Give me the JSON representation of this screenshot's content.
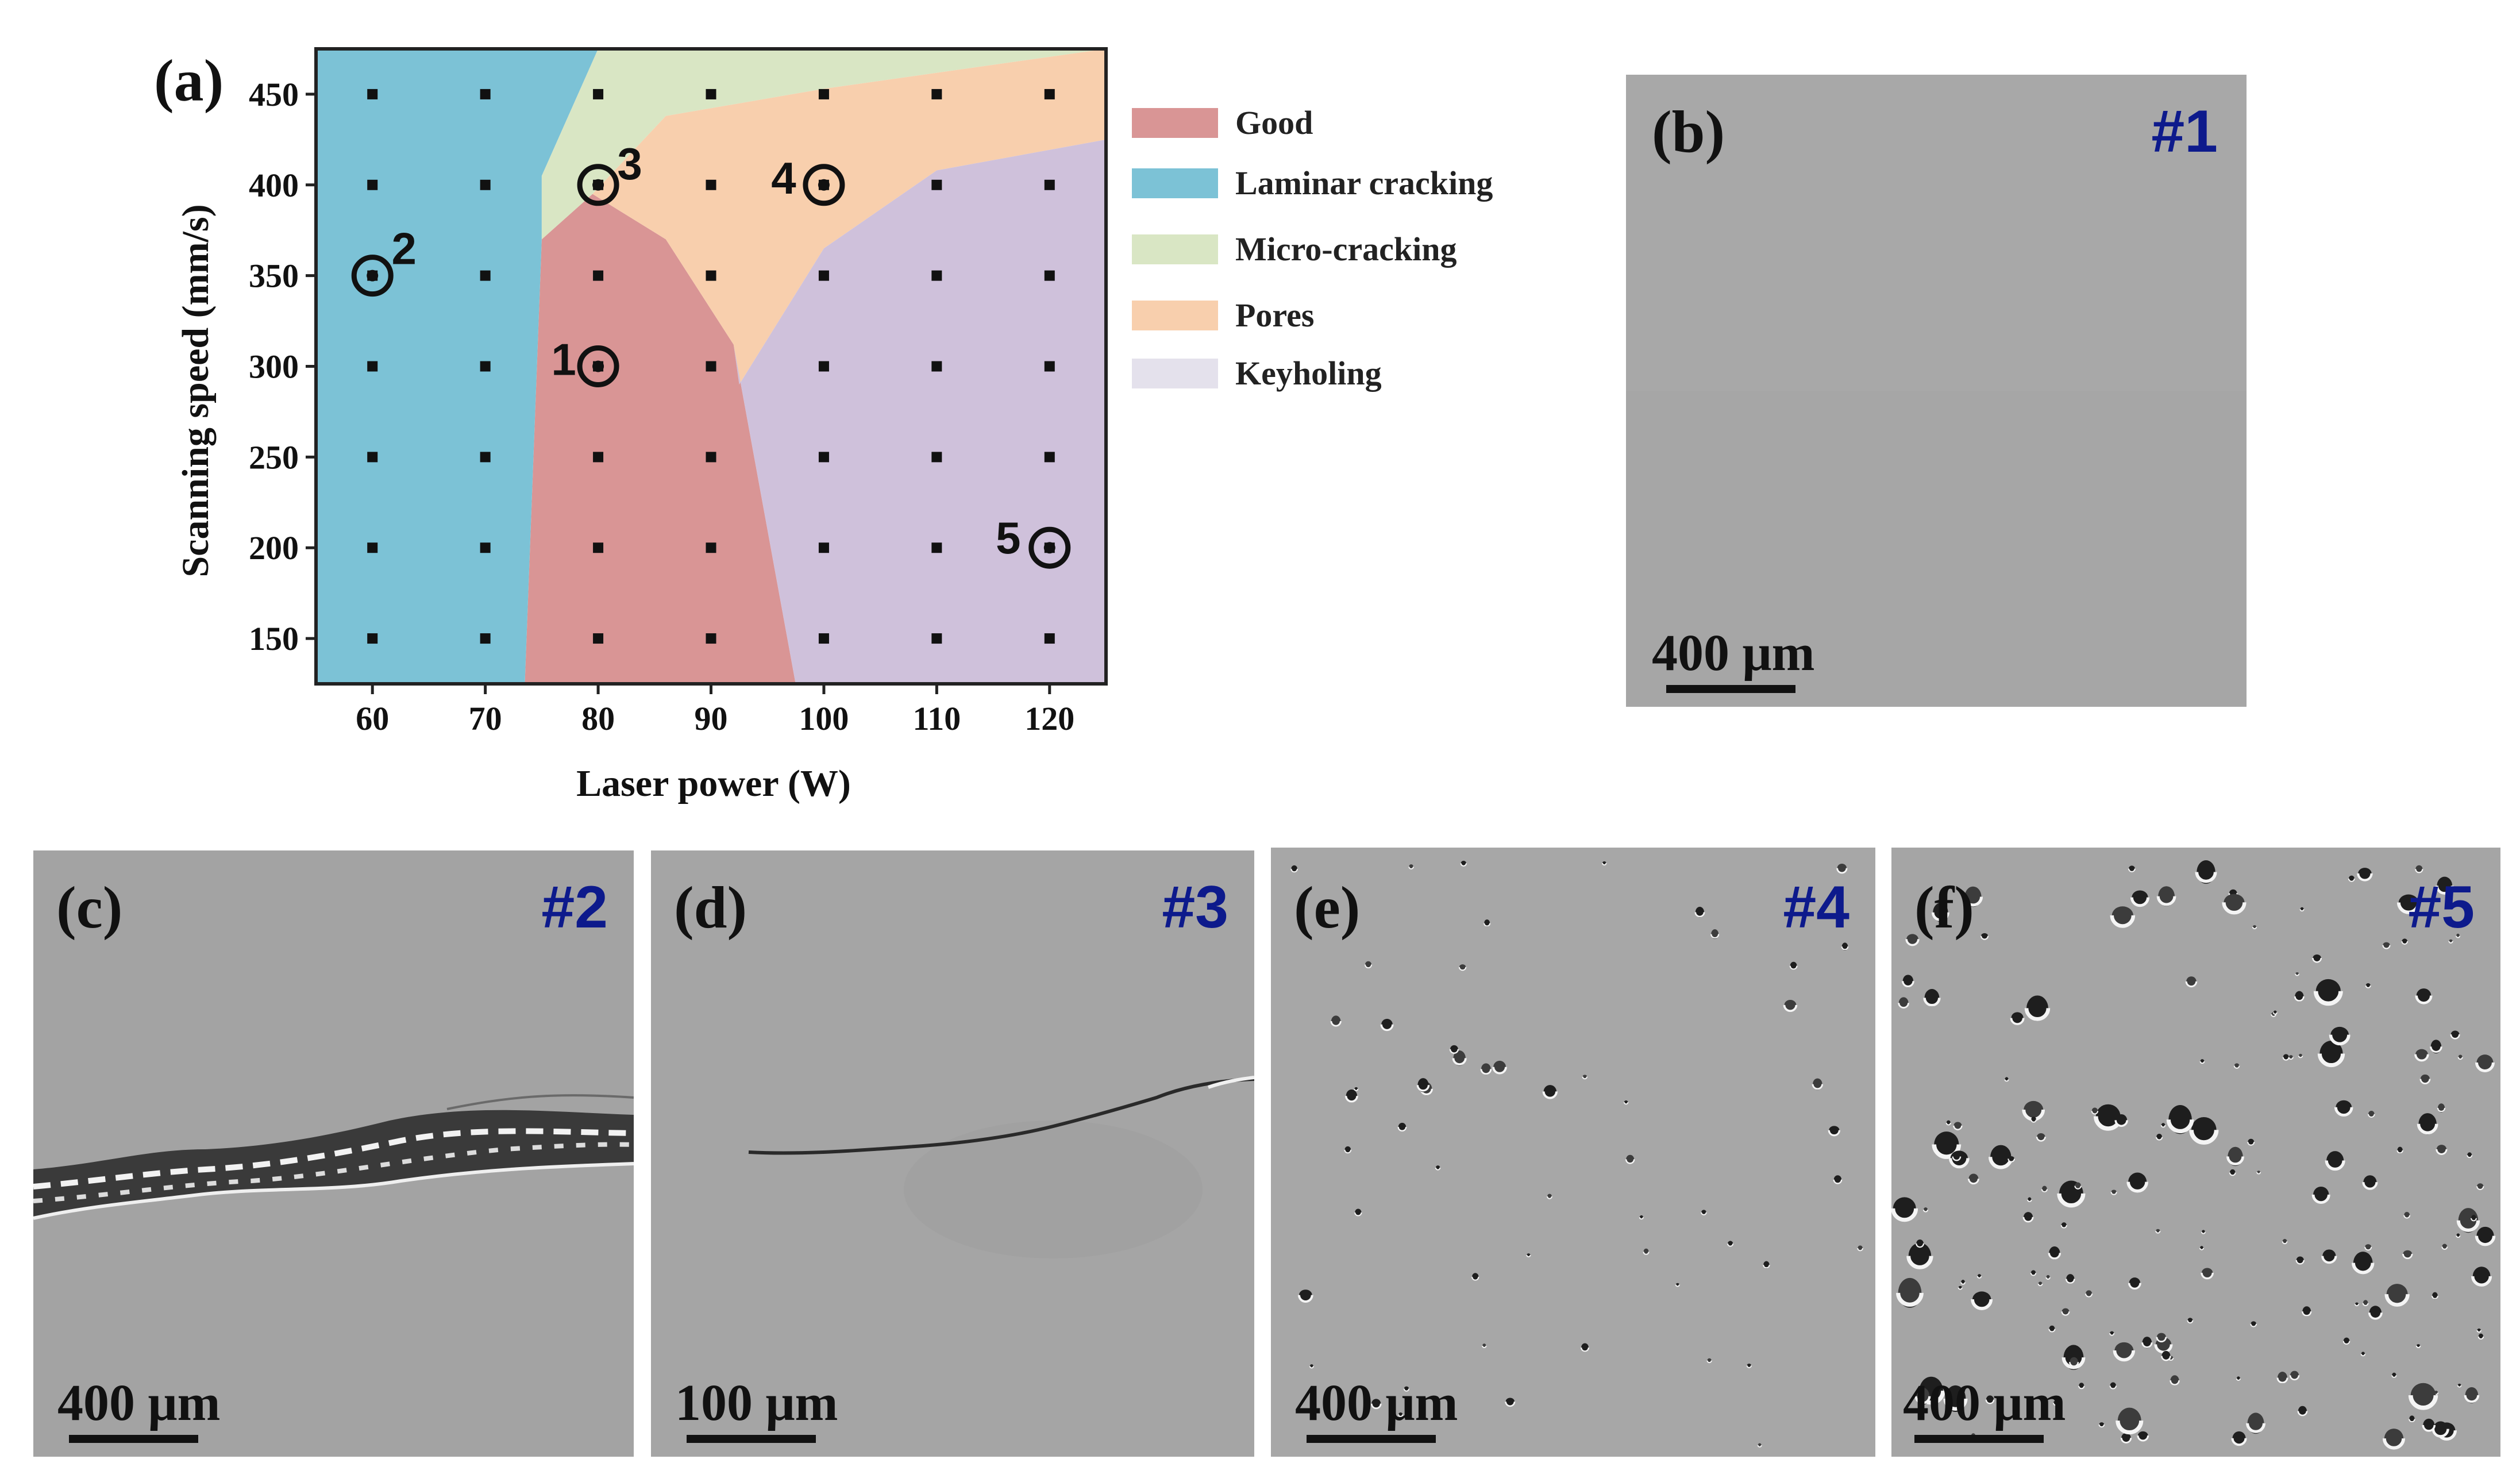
{
  "chart_data": {
    "type": "scatter",
    "panel_label": "(a)",
    "xlabel": "Laser power (W)",
    "ylabel": "Scanning speed (mm/s)",
    "xlim": [
      55,
      125
    ],
    "ylim": [
      125,
      475
    ],
    "x_ticks": [
      "60",
      "70",
      "80",
      "90",
      "100",
      "110",
      "120"
    ],
    "y_ticks": [
      "150",
      "200",
      "250",
      "300",
      "350",
      "400",
      "450"
    ],
    "grid_points": {
      "x": [
        60,
        70,
        80,
        90,
        100,
        110,
        120
      ],
      "y": [
        150,
        200,
        250,
        300,
        350,
        400,
        450
      ]
    },
    "regions": [
      {
        "name": "Good",
        "color": "#d99595",
        "polygon": [
          [
            73.5,
            125
          ],
          [
            75,
            370
          ],
          [
            79.5,
            395
          ],
          [
            86,
            370
          ],
          [
            92,
            312
          ],
          [
            97.5,
            125
          ]
        ]
      },
      {
        "name": "Laminar cracking",
        "color": "#7cc2d6",
        "polygon": [
          [
            55,
            125
          ],
          [
            55,
            475
          ],
          [
            80,
            475
          ],
          [
            75,
            405
          ],
          [
            75,
            370
          ],
          [
            73.5,
            125
          ]
        ]
      },
      {
        "name": "Micro-cracking",
        "color": "#d9e6c4",
        "polygon": [
          [
            80,
            475
          ],
          [
            75,
            405
          ],
          [
            75,
            370
          ],
          [
            79.5,
            395
          ],
          [
            86,
            438
          ],
          [
            100,
            453
          ],
          [
            125,
            475
          ]
        ]
      },
      {
        "name": "Pores",
        "color": "#f8cfad",
        "polygon": [
          [
            79.5,
            395
          ],
          [
            86,
            438
          ],
          [
            100,
            453
          ],
          [
            125,
            475
          ],
          [
            125,
            425
          ],
          [
            110,
            408
          ],
          [
            100,
            365
          ],
          [
            92.5,
            290
          ],
          [
            92,
            312
          ],
          [
            86,
            370
          ]
        ]
      },
      {
        "name": "Keyholing",
        "color": "#cfc1db",
        "polygon": [
          [
            97.5,
            125
          ],
          [
            125,
            125
          ],
          [
            125,
            425
          ],
          [
            110,
            408
          ],
          [
            100,
            365
          ],
          [
            92.5,
            290
          ],
          [
            92,
            312
          ]
        ]
      }
    ],
    "legend": [
      {
        "label": "Good",
        "color": "#d99595"
      },
      {
        "label": "Laminar cracking",
        "color": "#7cc2d6"
      },
      {
        "label": "Micro-cracking",
        "color": "#d9e6c4"
      },
      {
        "label": "Pores",
        "color": "#f8cfad"
      },
      {
        "label": "Keyholing",
        "color": "#e4e1ec"
      }
    ],
    "marked_points": [
      {
        "label": "1",
        "x": 80,
        "y": 300
      },
      {
        "label": "2",
        "x": 60,
        "y": 350
      },
      {
        "label": "3",
        "x": 80,
        "y": 400
      },
      {
        "label": "4",
        "x": 100,
        "y": 400
      },
      {
        "label": "5",
        "x": 120,
        "y": 200
      }
    ]
  },
  "micrographs": [
    {
      "panel": "(b)",
      "tag": "#1",
      "scale": "400 μm",
      "feature": "defect-free"
    },
    {
      "panel": "(c)",
      "tag": "#2",
      "scale": "400 μm",
      "feature": "laminar crack"
    },
    {
      "panel": "(d)",
      "tag": "#3",
      "scale": "100 μm",
      "feature": "micro crack"
    },
    {
      "panel": "(e)",
      "tag": "#4",
      "scale": "400 μm",
      "feature": "pores"
    },
    {
      "panel": "(f)",
      "tag": "#5",
      "scale": "400 μm",
      "feature": "keyhole pores"
    }
  ]
}
